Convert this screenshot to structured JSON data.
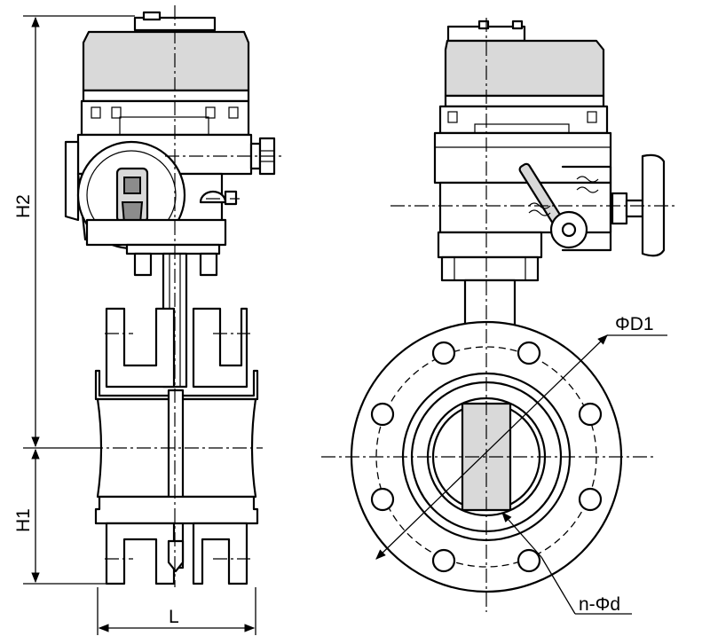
{
  "labels": {
    "h2": "H2",
    "h1": "H1",
    "l": "L",
    "d1": "ΦD1",
    "holes": "n-Φd"
  }
}
